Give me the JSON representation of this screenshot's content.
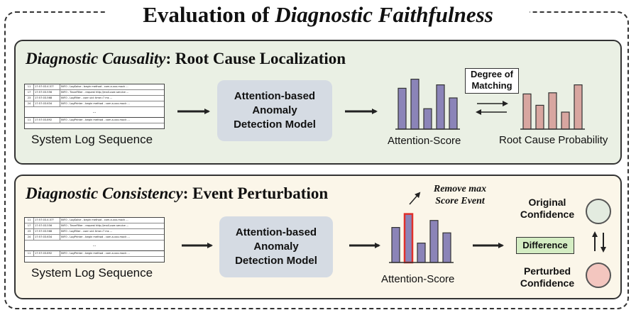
{
  "title": {
    "prefix": "Evaluation of ",
    "emph": "Diagnostic Faithfulness"
  },
  "panel1": {
    "title_emph": "Diagnostic Causality",
    "title_rest": ": Root Cause Localization",
    "log_label": "System Log Sequence",
    "model_label": "Attention-based\nAnomaly\nDetection Model",
    "attention_label": "Attention-Score",
    "matching_label": "Degree of\nMatching",
    "root_cause_label": "Root Cause Probability",
    "attention_values": [
      0.72,
      0.88,
      0.36,
      0.78,
      0.55
    ],
    "root_cause_values": [
      0.62,
      0.42,
      0.64,
      0.3,
      0.78
    ],
    "log_rows": [
      [
        "11",
        "17:57:03.4.5??",
        "INFO - LogSolve - begin method - com.a.xxx.mock ..."
      ],
      [
        "17",
        "17:57:03.556",
        "INFO - TraceFilter - request http://mall-user-service ..."
      ],
      [
        "23",
        "17:57:03.568",
        "INFO - LogFilter - user uid: time=? ms ..."
      ],
      [
        "24",
        "17:57:03.634",
        "INFO - LogPrinter - begin method - com.a.xxx.mock ..."
      ]
    ],
    "log_last_row": [
      "11",
      "17:57:03.892",
      "INFO - LogPrinter - begin method - com.a.xxx.mock ..."
    ],
    "log_dots": "..."
  },
  "panel2": {
    "title_emph": "Diagnostic Consistency",
    "title_rest": ": Event Perturbation",
    "log_label": "System Log Sequence",
    "model_label": "Attention-based\nAnomaly\nDetection Model",
    "attention_label": "Attention-Score",
    "remove_label": "Remove max\nScore Event",
    "original_label": "Original\nConfidence",
    "difference_label": "Difference",
    "perturbed_label": "Perturbed\nConfidence",
    "attention_values": [
      0.65,
      0.9,
      0.36,
      0.78,
      0.55
    ],
    "highlighted_index": 1,
    "log_rows": [
      [
        "11",
        "17:57:03.4.5??",
        "INFO - LogSolve - begin method - com.a.xxx.mock ..."
      ],
      [
        "17",
        "17:57:03.556",
        "INFO - TraceFilter - request http://mall-user-service ..."
      ],
      [
        "23",
        "17:57:03.568",
        "INFO - LogFilter - user uid: time=? ms ..."
      ],
      [
        "24",
        "17:57:03.634",
        "INFO - LogPrinter - begin method - com.a.xxx.mock ..."
      ]
    ],
    "log_last_row": [
      "11",
      "17:57:03.892",
      "INFO - LogPrinter - begin method - com.a.xxx.mock ..."
    ],
    "log_dots": "..."
  },
  "colors": {
    "attention_bar": "#8b84b8",
    "root_cause_bar": "#d8a6a0",
    "highlight": "#e0302b",
    "original_circle": "#e3ebe0",
    "perturbed_circle": "#f3c6bf"
  }
}
